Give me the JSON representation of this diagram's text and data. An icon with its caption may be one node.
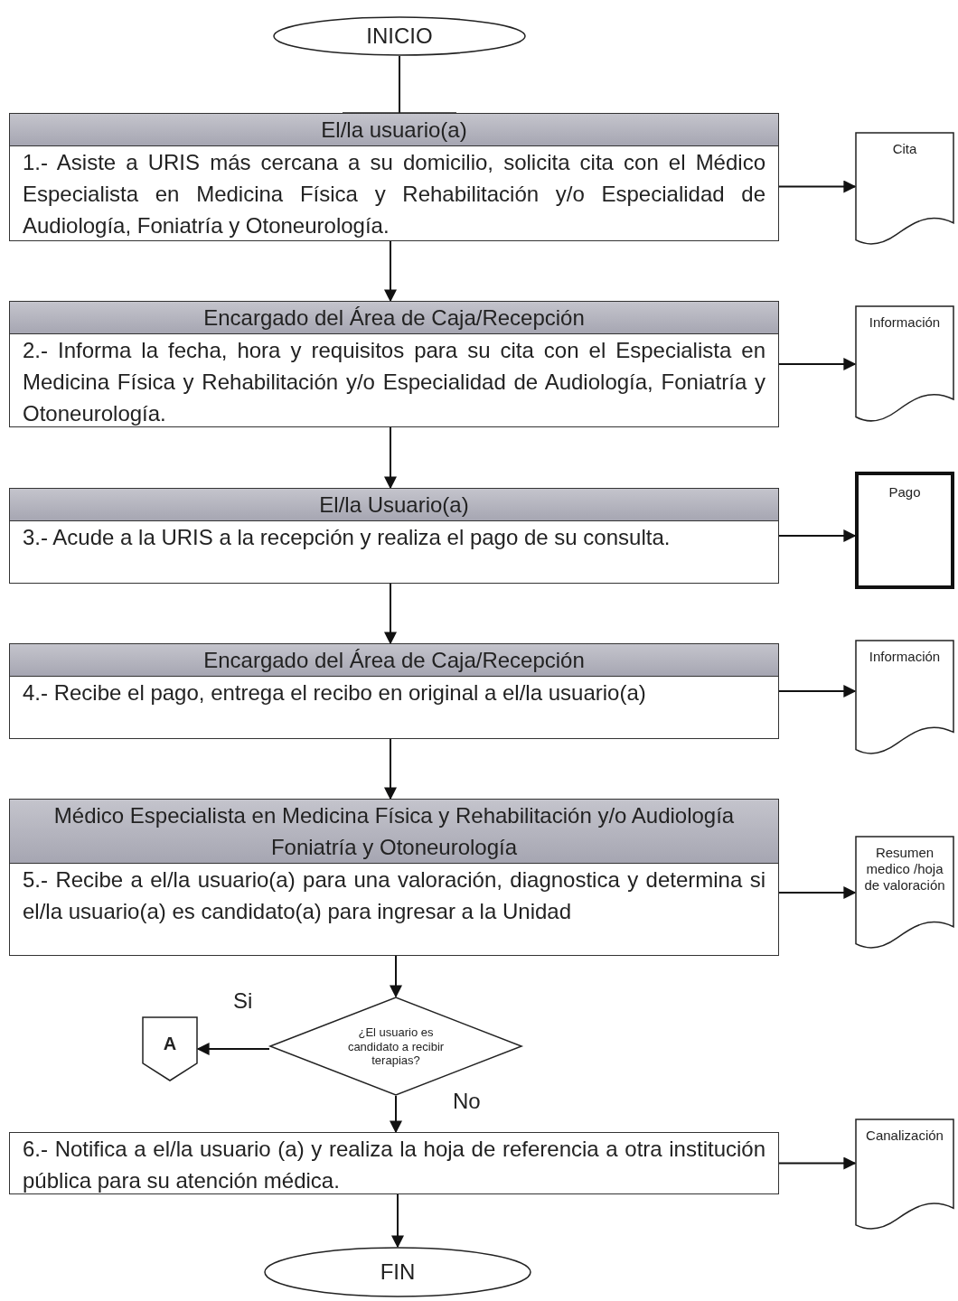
{
  "diagram": {
    "nodes": [
      {
        "text": [
          "INICIO"
        ]
      },
      {
        "text": [
          "El/la usuario(a)",
          "1.- Asiste a URIS más cercana a su domicilio, solicita cita con el Médico Especialista en Medicina Física y Rehabilitación y/o Especialidad de Audiología, Foniatría y Otoneurología."
        ]
      },
      {
        "text": [
          "Cita"
        ]
      },
      {
        "text": [
          "Encargado del Área de Caja/Recepción",
          "2.- Informa la fecha, hora y requisitos para su cita con el Especialista en Medicina Física y Rehabilitación y/o Especialidad de Audiología, Foniatría y Otoneurología."
        ]
      },
      {
        "text": [
          "Información"
        ]
      },
      {
        "text": [
          "El/la Usuario(a)",
          "3.- Acude a la URIS a la recepción y realiza el pago de su consulta."
        ]
      },
      {
        "text": [
          "Pago"
        ]
      },
      {
        "text": [
          "Encargado del Área de Caja/Recepción",
          "4.- Recibe el pago, entrega el recibo en original a el/la usuario(a)"
        ]
      },
      {
        "text": [
          "Información"
        ]
      },
      {
        "text": [
          "Médico Especialista en Medicina Física y Rehabilitación y/o Audiología Foniatría y Otoneurología",
          "5.- Recibe a el/la usuario(a) para una valoración, diagnostica y determina si el/la usuario(a) es candidato(a) para ingresar a la Unidad"
        ]
      },
      {
        "text": [
          "Resumen medico /hoja de valoración"
        ]
      },
      {
        "text": [
          "¿El usuario es candidato a recibir terapias?"
        ]
      },
      {
        "text": [
          "A"
        ]
      },
      {
        "text": [
          "6.- Notifica a el/la usuario (a) y realiza la hoja de referencia a otra institución pública para su atención médica."
        ]
      },
      {
        "text": [
          "Canalización"
        ]
      },
      {
        "text": [
          "FIN"
        ]
      }
    ],
    "edges": [
      {
        "from": 0,
        "to": 1,
        "arrow": "other"
      },
      {
        "from": 1,
        "to": 2,
        "arrow": "to"
      },
      {
        "from": 1,
        "to": 3,
        "arrow": "to"
      },
      {
        "from": 3,
        "to": 4,
        "arrow": "to"
      },
      {
        "from": 3,
        "to": 5,
        "arrow": "to"
      },
      {
        "from": 5,
        "to": 6,
        "arrow": "to"
      },
      {
        "from": 5,
        "to": 7,
        "arrow": "to"
      },
      {
        "from": 7,
        "to": 8,
        "arrow": "to"
      },
      {
        "from": 7,
        "to": 9,
        "arrow": "to"
      },
      {
        "from": 9,
        "to": 10,
        "arrow": "to"
      },
      {
        "from": 9,
        "to": 11,
        "arrow": "to"
      },
      {
        "from": 11,
        "to": 12,
        "arrow": "to",
        "label": "Si"
      },
      {
        "from": 11,
        "to": 13,
        "arrow": "to",
        "label": "No"
      },
      {
        "from": 13,
        "to": 14,
        "arrow": "to"
      },
      {
        "from": 13,
        "to": 15,
        "arrow": "to"
      }
    ]
  }
}
